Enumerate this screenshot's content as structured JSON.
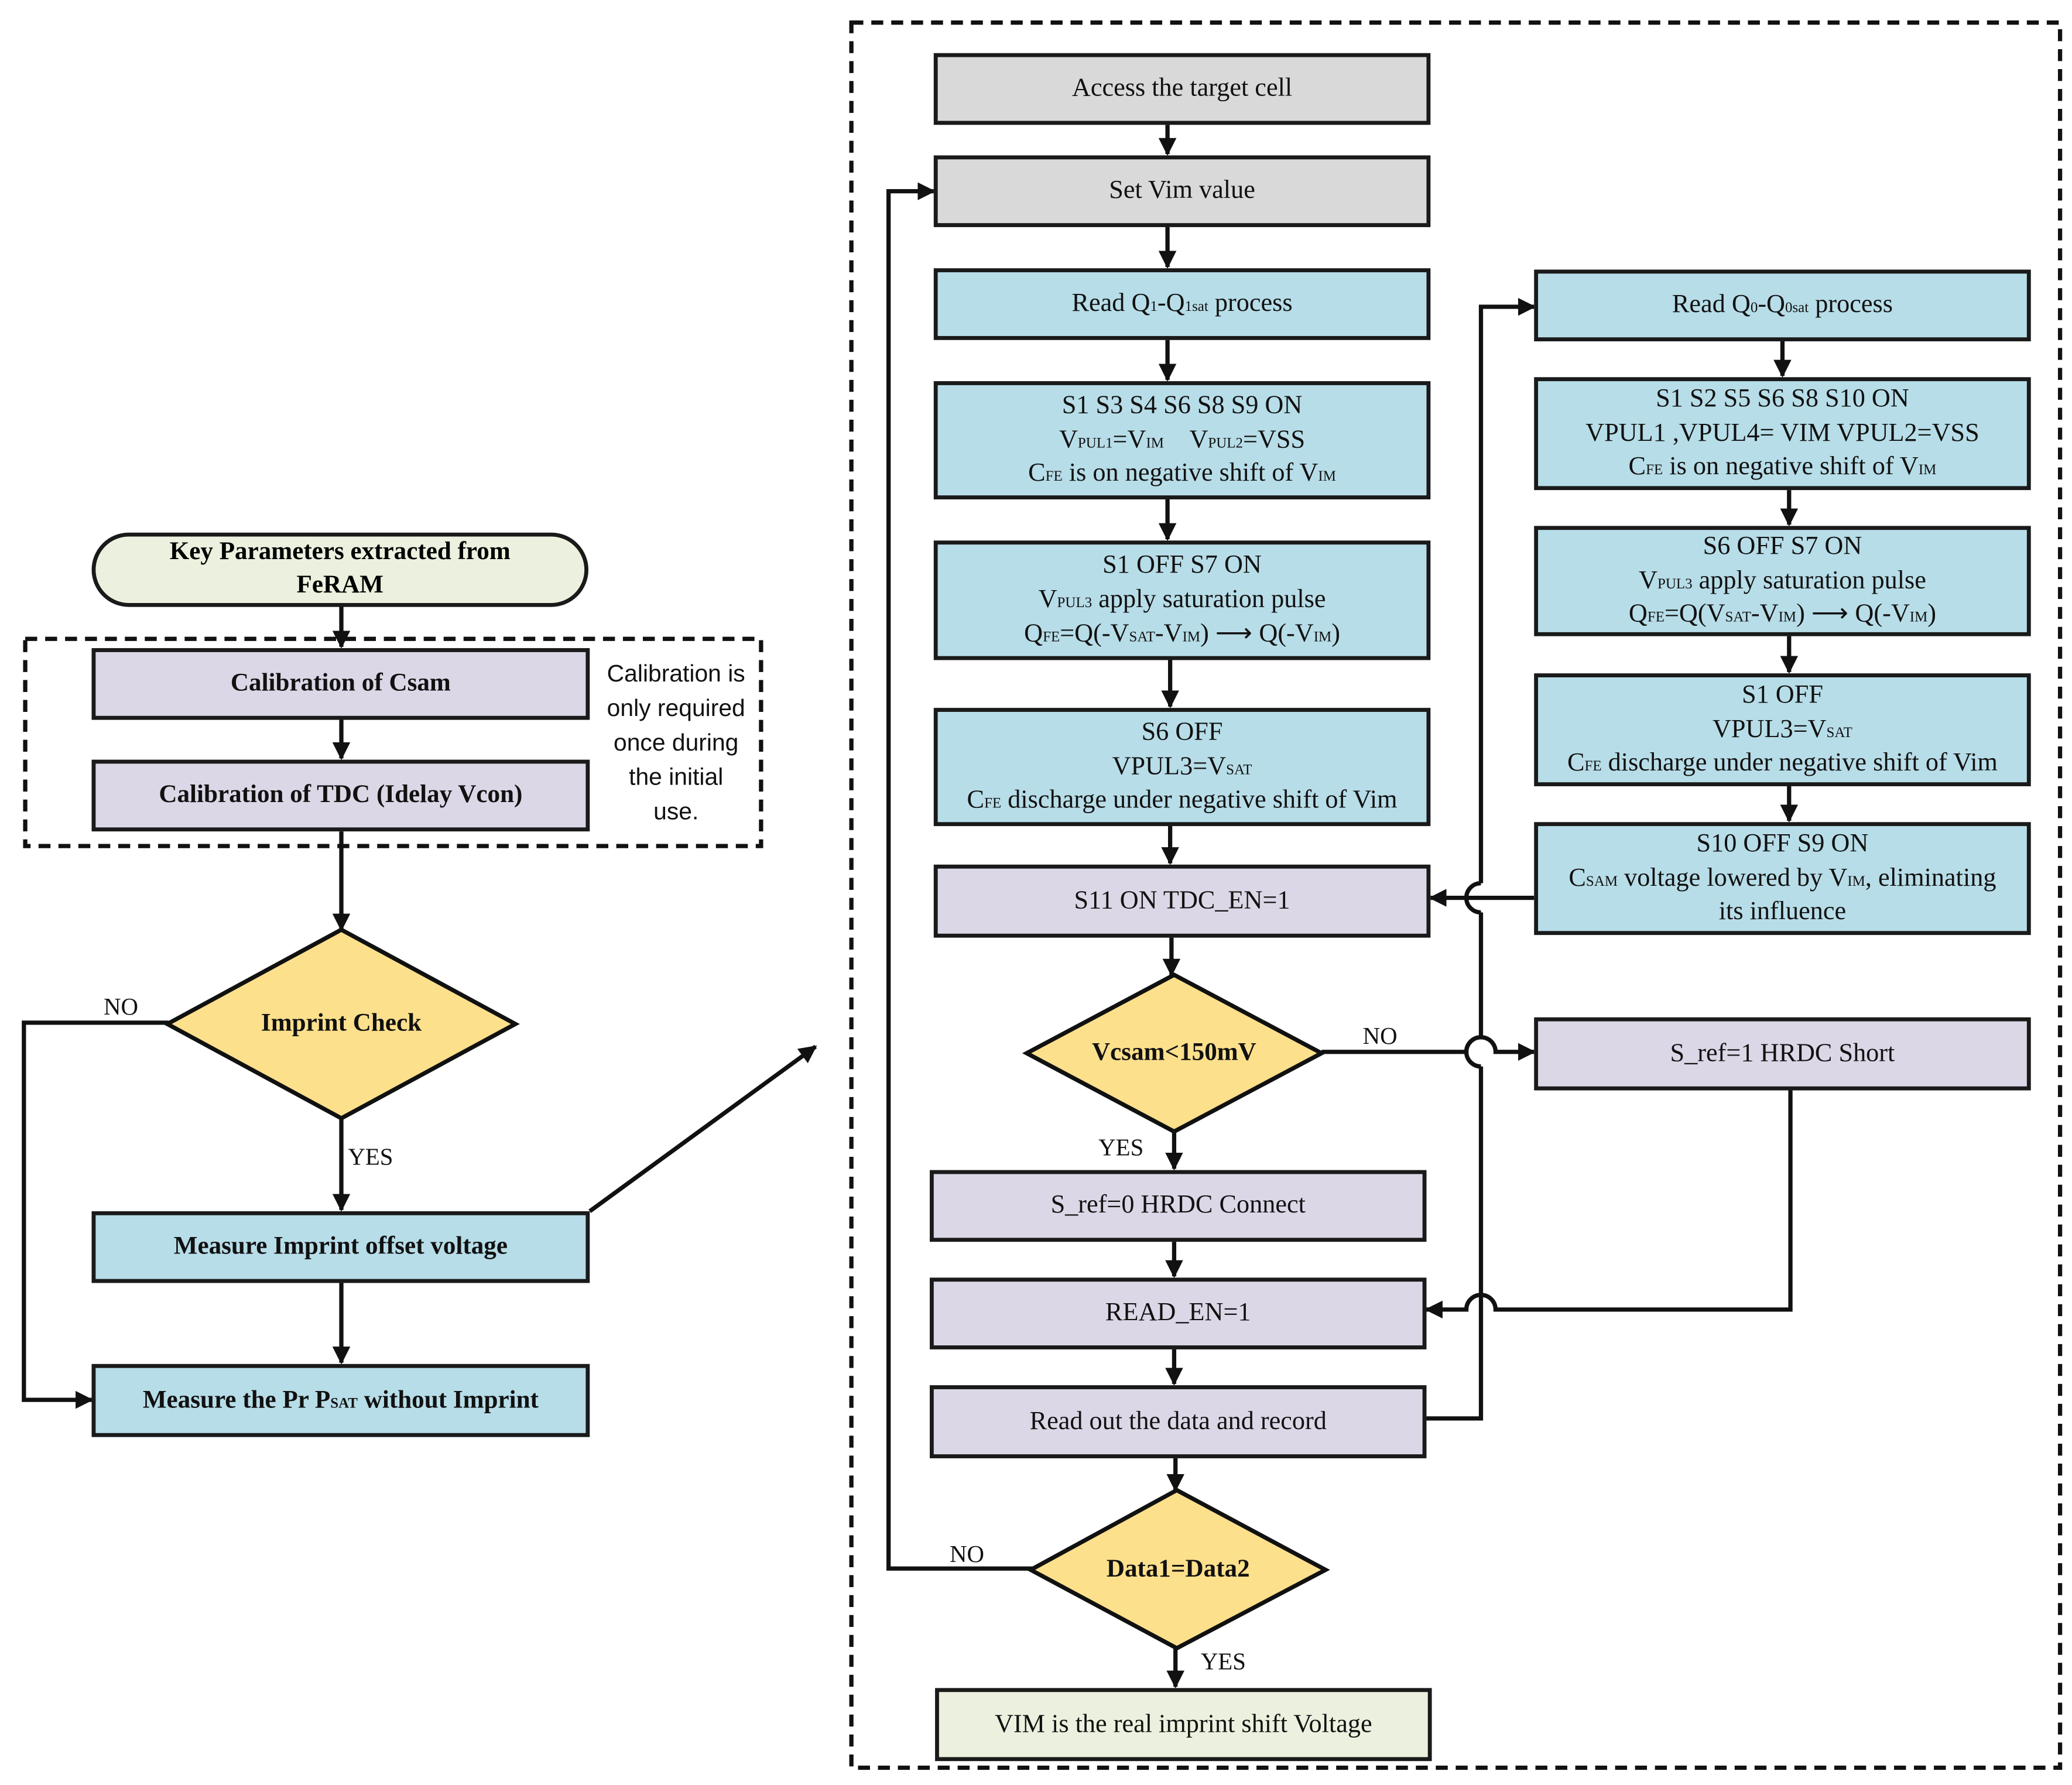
{
  "left": {
    "start": {
      "line1": "Key  Parameters extracted from",
      "line2": "FeRAM"
    },
    "cal_csam": "Calibration of Csam",
    "cal_tdc": "Calibration of TDC (Idelay Vcon)",
    "note": [
      "Calibration is",
      "only required",
      "once during",
      "the initial",
      "use."
    ],
    "imprint_check": "Imprint Check",
    "measure_offset": "Measure Imprint offset voltage",
    "measure_pr": {
      "a": "Measure the Pr P",
      "sub": "SAT",
      "b": " without Imprint"
    },
    "no_label": "NO",
    "yes_label": "YES"
  },
  "right": {
    "access": "Access the target cell",
    "set_vim": "Set Vim value",
    "read_q1": {
      "a": "Read Q",
      "s1": "1",
      "b": "-Q",
      "s2": "1sat",
      "c": " process"
    },
    "q1_step1": {
      "l1": "S1 S3 S4 S6 S8 S9 ON",
      "l2": {
        "a": "V",
        "s1": "PUL1",
        "b": "=V",
        "s2": "IM",
        "c": "    V",
        "s3": "PUL2",
        "d": "=VSS"
      },
      "l3": {
        "a": "C",
        "s1": "FE",
        "b": " is on negative shift of V",
        "s2": "IM"
      }
    },
    "q1_step2": {
      "l1": "S1 OFF S7 ON",
      "l2": {
        "a": "V",
        "s1": "PUL3",
        "b": " apply saturation pulse"
      },
      "l3": {
        "a": "Q",
        "s1": "FE",
        "b": "=Q(-V",
        "s2": "SAT",
        "c": "-V",
        "s3": "IM",
        "d": ") ⟶ Q(-V",
        "s4": "IM",
        "e": ")"
      }
    },
    "q1_step3": {
      "l1": "S6 OFF",
      "l2": {
        "a": "VPUL3=V",
        "s1": "SAT"
      },
      "l3": {
        "a": "C",
        "s1": "FE",
        "b": " discharge under negative shift of Vim"
      }
    },
    "tdc_en": "S11 ON TDC_EN=1",
    "vcsam_check": "Vcsam<150mV",
    "sref0": "S_ref=0  HRDC Connect",
    "read_en": "READ_EN=1",
    "read_out": "Read out the data and record",
    "data_check": "Data1=Data2",
    "vim_real": "VIM is the real imprint shift Voltage",
    "read_q0": {
      "a": "Read Q",
      "s1": "0",
      "b": "-Q",
      "s2": "0sat",
      "c": " process"
    },
    "q0_step1": {
      "l1": "S1 S2 S5 S6 S8 S10 ON",
      "l2": "VPUL1 ,VPUL4= VIM  VPUL2=VSS",
      "l3": {
        "a": "C",
        "s1": "FE",
        "b": " is on negative shift of V",
        "s2": "IM"
      }
    },
    "q0_step2": {
      "l1": "S6 OFF S7 ON",
      "l2": {
        "a": "V",
        "s1": "PUL3",
        "b": " apply saturation pulse"
      },
      "l3": {
        "a": "Q",
        "s1": "FE",
        "b": "=Q(V",
        "s2": "SAT",
        "c": "-V",
        "s3": "IM",
        "d": ") ⟶ Q(-V",
        "s4": "IM",
        "e": ")"
      }
    },
    "q0_step3": {
      "l1": "S1 OFF",
      "l2": {
        "a": "VPUL3=V",
        "s1": "SAT"
      },
      "l3": {
        "a": "C",
        "s1": "FE",
        "b": " discharge under negative shift of Vim"
      }
    },
    "q0_step4": {
      "l1": "S10 OFF S9 ON",
      "l2": {
        "a": "C",
        "s1": "SAM",
        "b": " voltage lowered by V",
        "s2": "IM",
        "c": ", eliminating"
      },
      "l3": "its influence"
    },
    "sref1": "S_ref=1 HRDC Short",
    "no_vcsam": "NO",
    "yes_vcsam": "YES",
    "no_data": "NO",
    "yes_data": "YES"
  }
}
